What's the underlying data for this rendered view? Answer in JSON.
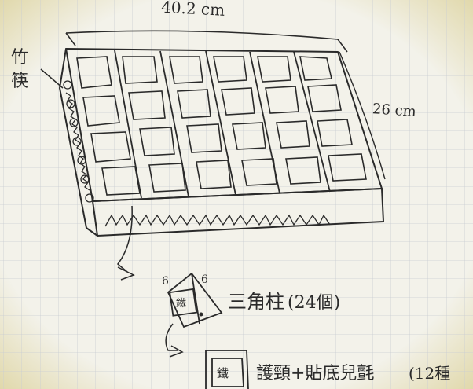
{
  "dimensions": {
    "width_label": "40.2 cm",
    "depth_label": "26 cm"
  },
  "side_label": [
    "竹",
    "筷"
  ],
  "parts": [
    {
      "name": "三角柱",
      "qty_text": "(24個)",
      "corner_marks": [
        "6",
        "6"
      ],
      "icon_text": "鐵"
    },
    {
      "name": "護頸+貼底兒氈",
      "qty_text": "(12種",
      "icon_text": "鐵"
    }
  ],
  "grid": {
    "rows": 4,
    "cols": 6
  },
  "colors": {
    "ink": "#2a2a2a",
    "paper": "#f3f2ea",
    "grid": "#c9cdd2",
    "vignette": "#d9cf9a"
  }
}
